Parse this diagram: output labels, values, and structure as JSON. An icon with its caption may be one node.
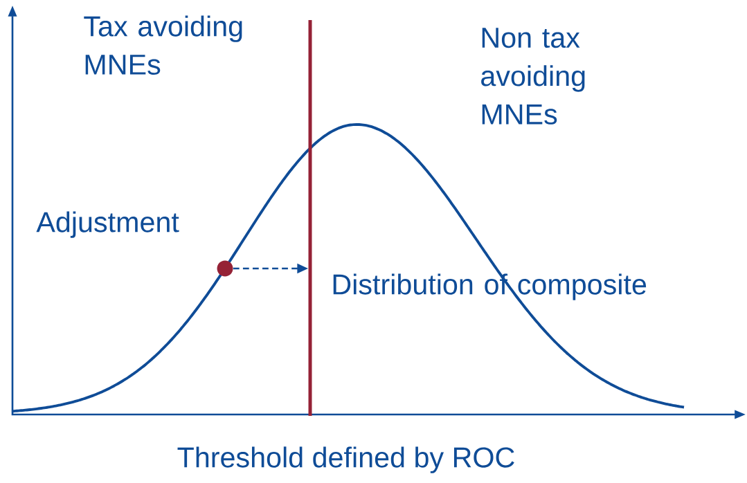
{
  "diagram": {
    "caption": "Threshold defined by ROC",
    "nodes": [
      {
        "text": [],
        "shape": "circle"
      },
      {
        "text": [],
        "shape": "bar"
      }
    ],
    "edges": [
      {
        "from": 0,
        "to": 1,
        "arrow": "to",
        "style": "dashed"
      }
    ],
    "labels": [
      "Tax avoiding MNEs",
      "Non tax avoiding MNEs",
      "Adjustment",
      "Distribution of composite"
    ]
  }
}
